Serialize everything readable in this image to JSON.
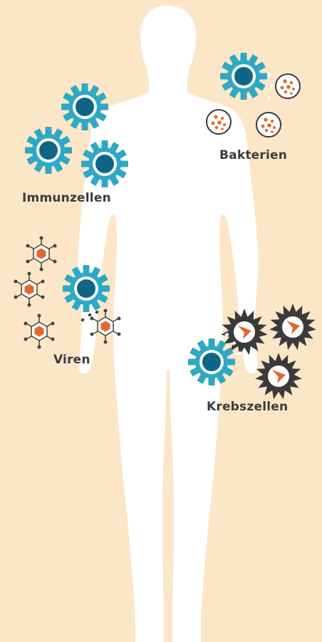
{
  "colors": {
    "background": "#fbe6c7",
    "body_silhouette": "#ffffff",
    "immune_cell_ring": "#2fa8c4",
    "immune_cell_core": "#0f6585",
    "bacteria_dot": "#e06a2c",
    "virus_core": "#e06a2c",
    "cancer_cell": "#3a3a3a",
    "cancer_arrow": "#e8622a",
    "label_text": "#3c3c3c"
  },
  "labels": {
    "immune": "Immunzellen",
    "bacteria": "Bakterien",
    "viruses": "Viren",
    "cancer": "Krebszellen"
  },
  "icons": {
    "immune_cell": "immune-cell-icon",
    "bacterium": "bacterium-icon",
    "virus": "virus-icon",
    "cancer_cell": "cancer-cell-icon"
  }
}
